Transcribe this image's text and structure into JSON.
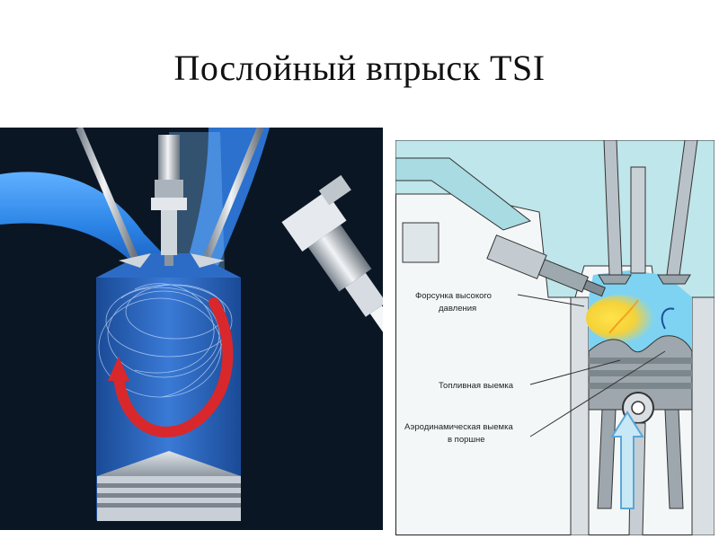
{
  "slide": {
    "title": "Послойный впрыск TSI"
  },
  "right_panel": {
    "labels": {
      "injector_line1": "Форсунка высокого",
      "injector_line2": "давления",
      "fuel_recess": "Топливная выемка",
      "aero_line1": "Аэродинамическая выемка",
      "aero_line2": "в поршне"
    }
  },
  "colors": {
    "left_background": "#0b1624",
    "cylinder_blue": "#2a62b8",
    "swirl_arrow": "#d8282c",
    "coolant_cyan": "#bfe6ea",
    "intake_arrow": "#9fd8f2"
  }
}
